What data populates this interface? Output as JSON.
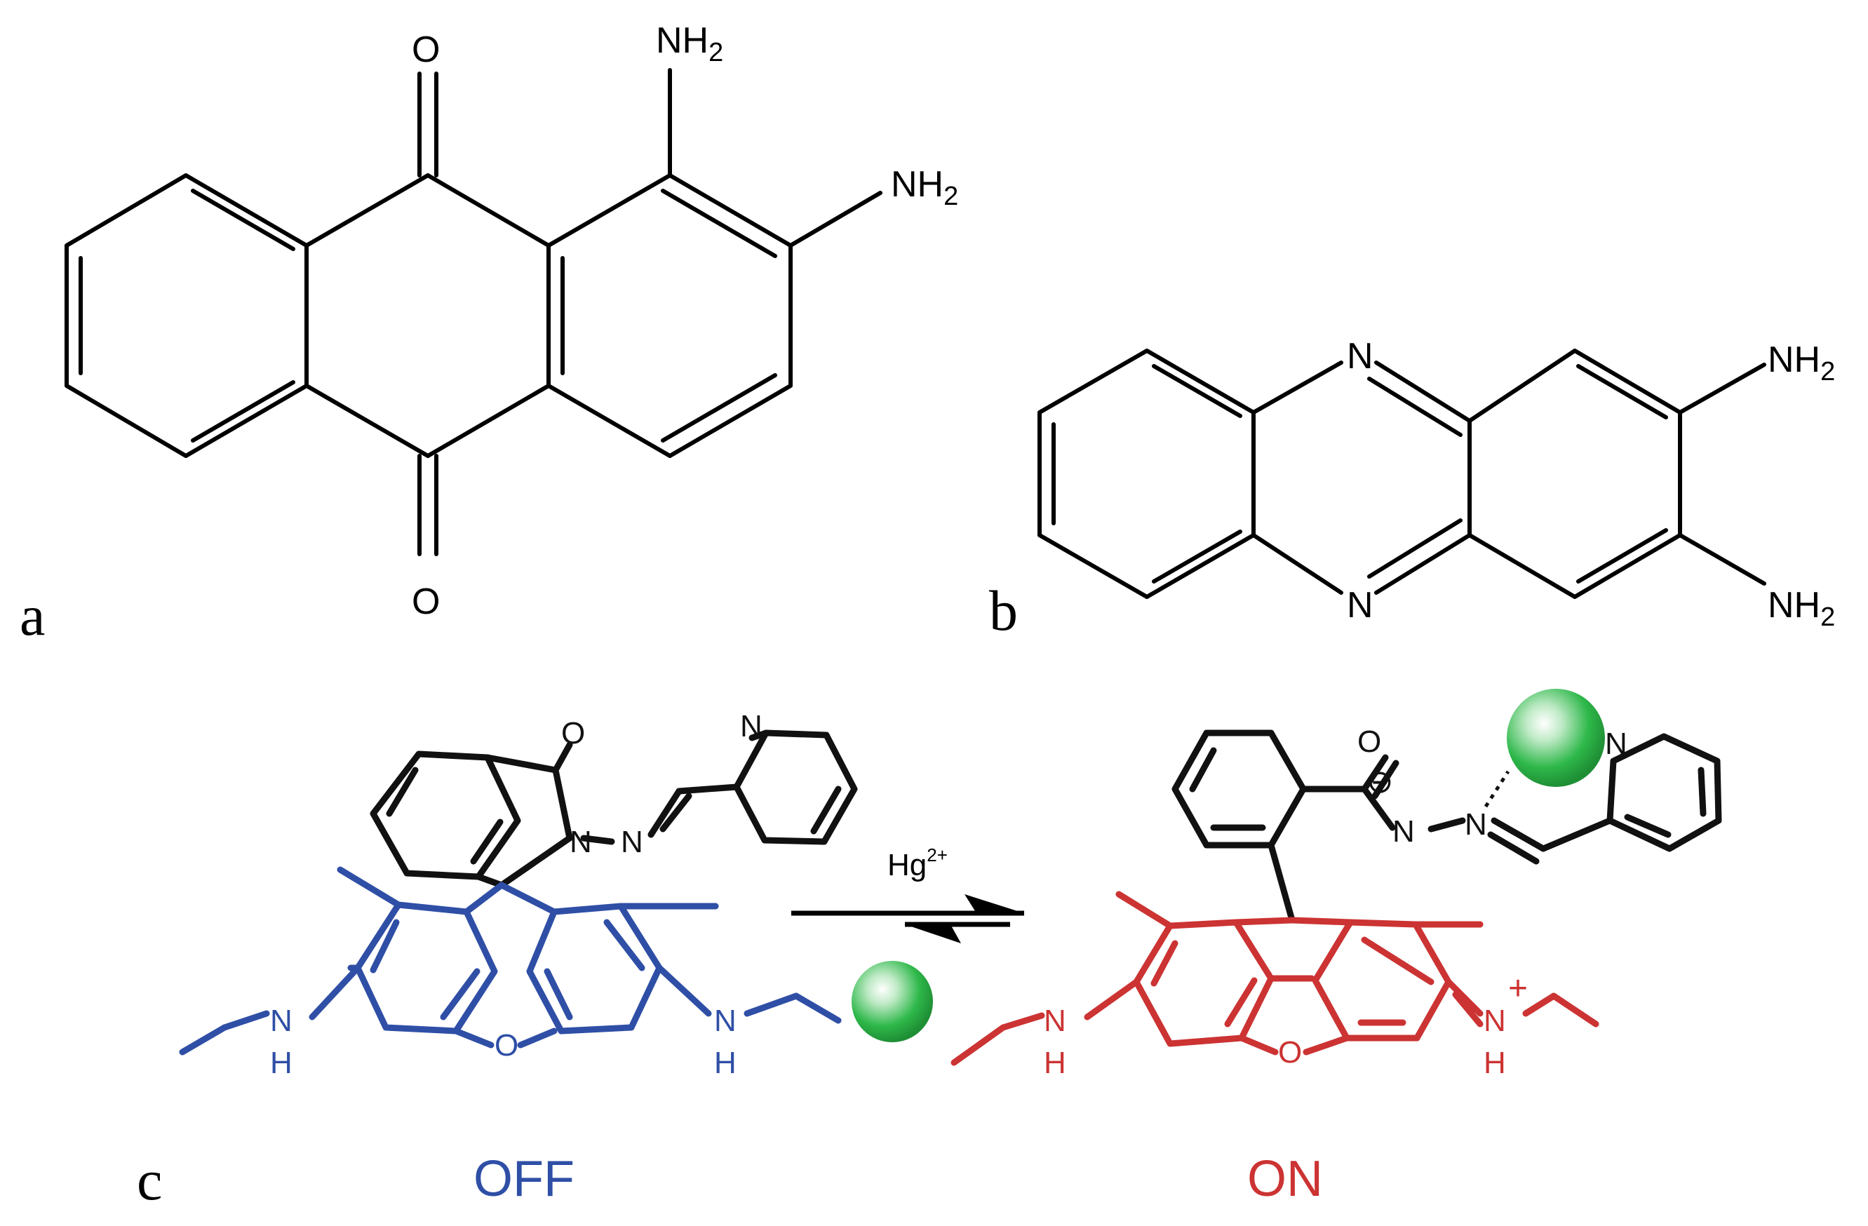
{
  "panels": {
    "a": {
      "label": "a",
      "atoms": {
        "o_top": "O",
        "o_bottom": "O",
        "nh2_1": "NH",
        "nh2_1_sub": "2",
        "nh2_2": "NH",
        "nh2_2_sub": "2"
      }
    },
    "b": {
      "label": "b",
      "atoms": {
        "n_top": "N",
        "n_bottom": "N",
        "nh2_1": "NH",
        "nh2_1_sub": "2",
        "nh2_2": "NH",
        "nh2_2_sub": "2"
      }
    },
    "c": {
      "label": "c",
      "reagent": "Hg",
      "reagent_sup": "2+",
      "off": {
        "state": "OFF",
        "color": "#2f4fa6",
        "atoms": {
          "o_carbonyl": "O",
          "n_pyridine": "N",
          "n_amide": "N",
          "n_imine": "N",
          "o_xanthene": "O",
          "nh_left": "N",
          "h_left": "H",
          "nh_right": "N",
          "h_right": "H"
        }
      },
      "on": {
        "state": "ON",
        "color": "#cc3333",
        "atoms": {
          "o_carbonyl": "O",
          "n_pyridine": "N",
          "n_amide": "N",
          "n_imine": "N",
          "charge_minus": "⊖",
          "charge_plus": "+",
          "o_xanthene": "O",
          "nh_left": "N",
          "h_left": "H",
          "nh_right": "N",
          "h_right": "H"
        }
      },
      "metal_color": "#2eb84a"
    }
  }
}
